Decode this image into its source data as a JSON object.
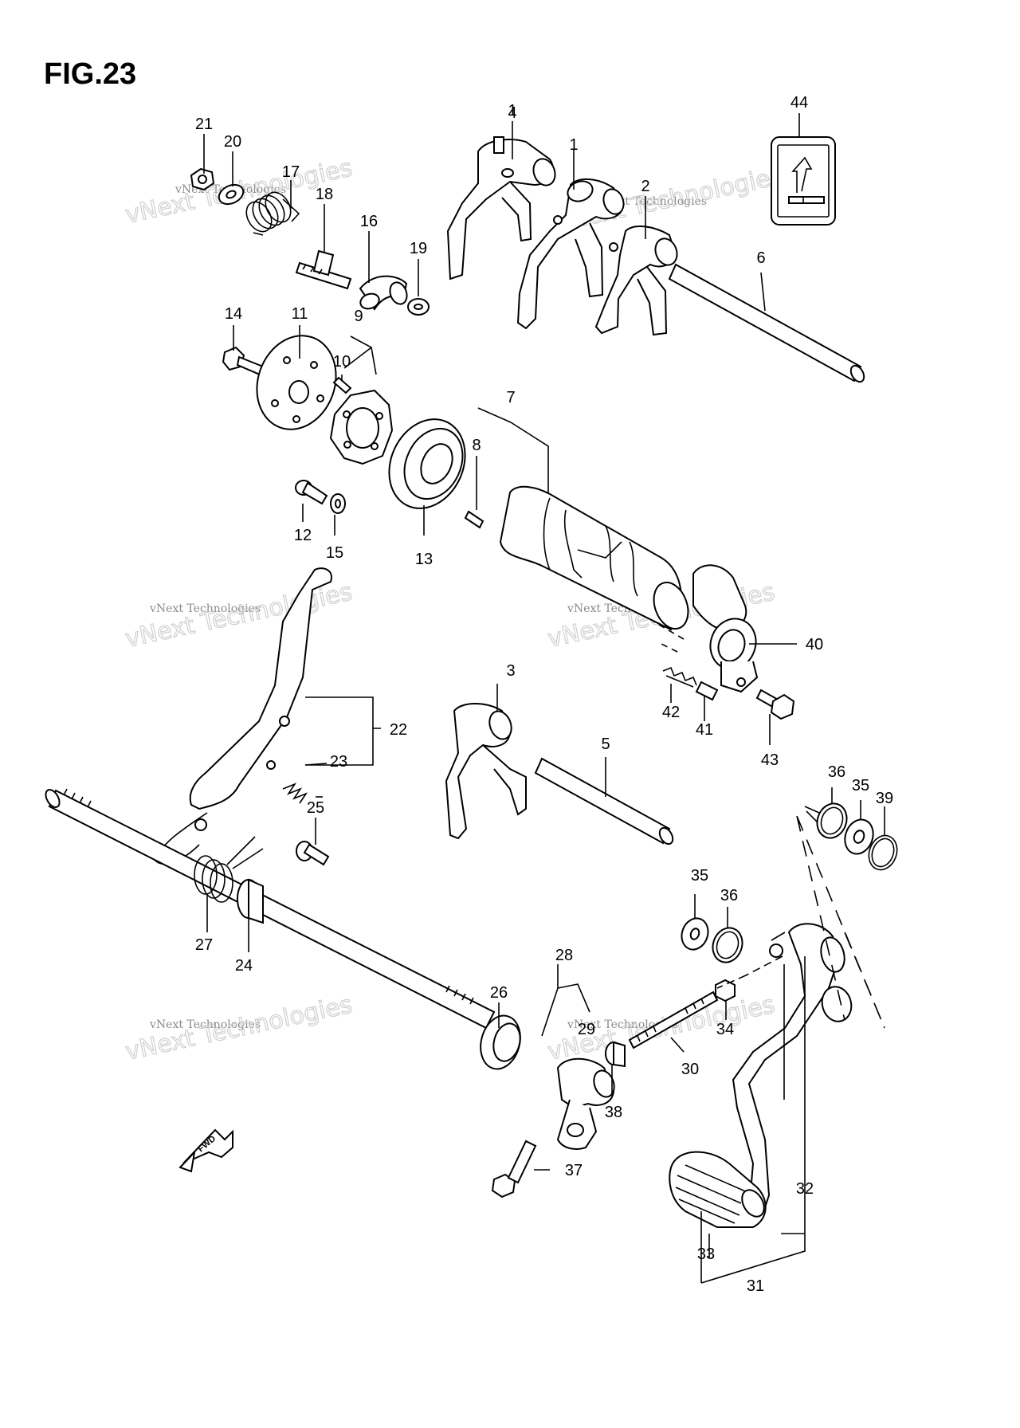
{
  "figure": {
    "title": "FIG.23",
    "direction_label": "FWD",
    "watermark": "vNext Technologies"
  },
  "callouts": [
    "1",
    "2",
    "3",
    "4",
    "5",
    "6",
    "7",
    "8",
    "9",
    "10",
    "11",
    "12",
    "13",
    "14",
    "15",
    "16",
    "17",
    "18",
    "19",
    "20",
    "21",
    "22",
    "23",
    "24",
    "25",
    "26",
    "27",
    "28",
    "29",
    "30",
    "31",
    "32",
    "33",
    "34",
    "35",
    "35",
    "36",
    "36",
    "37",
    "38",
    "39",
    "40",
    "41",
    "42",
    "43",
    "44"
  ]
}
